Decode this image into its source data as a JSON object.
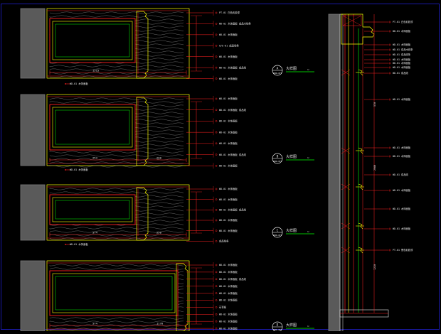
{
  "colors": {
    "background": "#000000",
    "border": "#1a1aa8",
    "wall": "#5a5a5a",
    "wall_edge": "#7a7a7a",
    "red": "#ff2020",
    "yellow": "#ffff00",
    "green": "#00ff00",
    "cyan": "#00e0e0",
    "white": "#e8e8e8",
    "grain": "#9a9a9a"
  },
  "sections": [
    {
      "callout_letter": "A",
      "callout_sub": "SB06-NF1",
      "title": "大样图",
      "scale": "1:",
      "dim_main": "1315",
      "dim_side": "",
      "labels_left": [
        "WD-01 木饰面板"
      ],
      "labels_right": [
        "PT-01 白色乳胶漆",
        "WD-01 木饰面板 成品木线条",
        "WD-01 木饰面板",
        "A/E-01 成品线条",
        "WD-01 木饰面板",
        "WD-01 木饰面板 成品线",
        "WD-01 木饰面板"
      ]
    },
    {
      "callout_letter": "B",
      "callout_sub": "SB06-NF1",
      "title": "大样图",
      "scale": "1:",
      "dim_main": "253",
      "dim_side": "200",
      "labels_left": [
        "WD-01 木饰面板"
      ],
      "labels_right": [
        "WD-01 木饰面板",
        "WD-01 木饰面板 成品线",
        "WD-01 木饰面板",
        "WD-01 木饰面板",
        "WD-01 木饰面板",
        "WD-01 木饰面板 成品线",
        "WD-01 木饰面板"
      ]
    },
    {
      "callout_letter": "C",
      "callout_sub": "SB06-NF1",
      "title": "大样图",
      "scale": "1:",
      "dim_main": "574",
      "dim_side": "250",
      "labels_left": [
        "WD-01 木饰面板"
      ],
      "labels_right": [
        "WD-01 木饰面板",
        "WD-01 木饰面板",
        "WD-01 木饰面板 成品线",
        "WD-01 木饰面板",
        "WD-01 木饰面板",
        "成品线条"
      ]
    },
    {
      "callout_letter": "D",
      "callout_sub": "SB06-NF1",
      "title": "大样图",
      "scale": "1:",
      "dim_main": "574",
      "dim_side": "1170",
      "labels_left": [
        "WD-01 木饰面板"
      ],
      "labels_right": [
        "WD-01 木饰面板",
        "WD-01 木饰面板",
        "WD-01 木饰面板 成品线",
        "WD-01 木饰面板",
        "WD-01 木饰面板",
        "WD-01 木饰面板",
        "石膏板",
        "WD-01 木饰面板",
        "WD-01 木饰面板",
        "WD-01 木饰面板"
      ]
    }
  ],
  "elevation": {
    "labels": [
      "PT-01 白色乳胶漆",
      "WD-01 木饰面板",
      "WD-01 木饰面板",
      "WD-01 成品木线条",
      "WD-01 成品线条",
      "WD-01 木饰面板",
      "WD-01 木饰面板",
      "WD-01 木饰面板",
      "WD-01 成品线",
      "WD-01 木饰面板",
      "WD-01 木饰面板",
      "WD-01 木饰面板",
      "WD-01 成品线",
      "WD-01 木饰面板",
      "WD-01 木饰面板",
      "WD-01 木饰面板",
      "PT-01 黑色乳胶漆"
    ],
    "dims": [
      "570",
      "2960",
      "1220"
    ]
  }
}
